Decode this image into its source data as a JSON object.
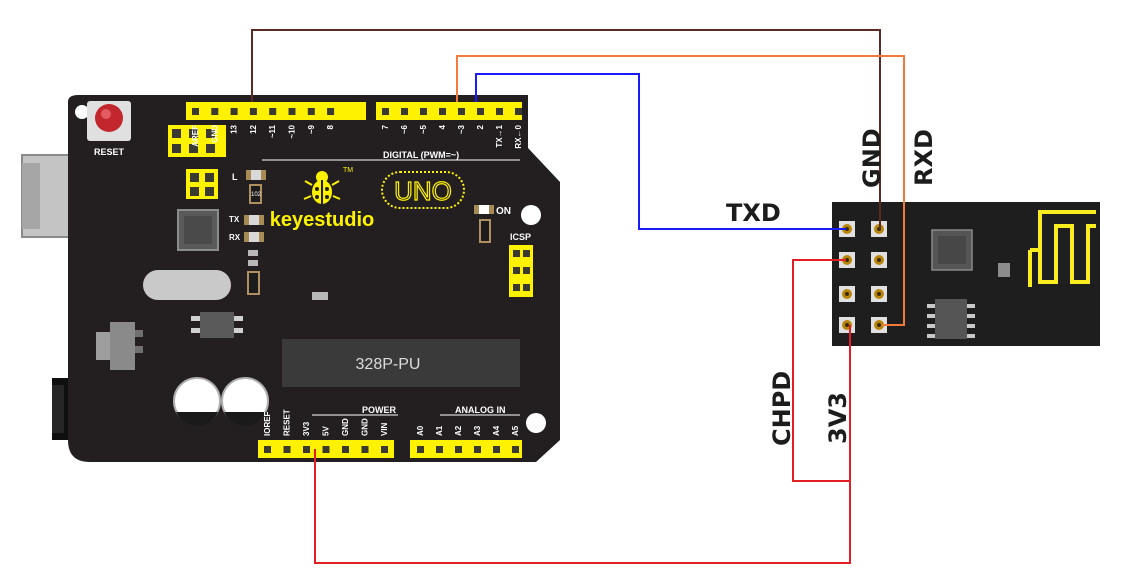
{
  "board": {
    "reset_label": "RESET",
    "brand": "keyestudio",
    "model": "UNO",
    "tm": "TM",
    "chip": "328P-PU",
    "on_label": "ON",
    "icsp_label": "ICSP",
    "l_label": "L",
    "tx_label": "TX",
    "rx_label": "RX",
    "digital_header": "DIGITAL (PWM=~)",
    "power_header": "POWER",
    "analog_header": "ANALOG IN",
    "resistor_code": "102",
    "top_pins_left": [
      "AREF",
      "GND",
      "13",
      "12",
      "~11",
      "~10",
      "~9",
      "8"
    ],
    "top_pins_right": [
      "7",
      "~6",
      "~5",
      "4",
      "~3",
      "2",
      "TX→1",
      "RX←0"
    ],
    "power_pins": [
      "IOREF",
      "RESET",
      "3V3",
      "5V",
      "GND",
      "GND",
      "VIN"
    ],
    "analog_pins": [
      "A0",
      "A1",
      "A2",
      "A3",
      "A4",
      "A5"
    ]
  },
  "wires": {
    "txd": "TXD",
    "gnd": "GND",
    "rxd": "RXD",
    "chpd": "CHPD",
    "v33": "3V3"
  },
  "colors": {
    "board": "#231f20",
    "header": "#fff200",
    "gnd_wire": "#5b2a22",
    "rxd_wire": "#f47a3a",
    "txd_wire": "#1a1aff",
    "power_wire": "#e31e24"
  }
}
